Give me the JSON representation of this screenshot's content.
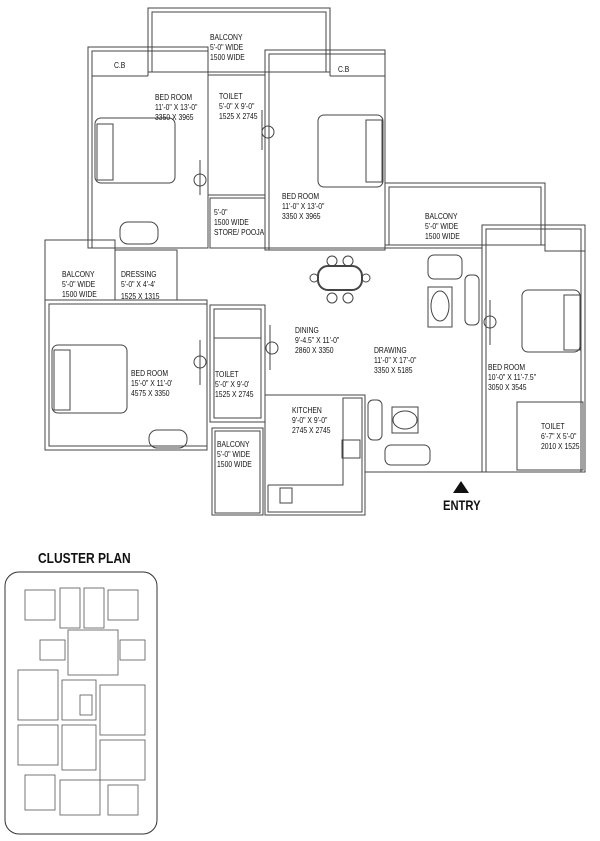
{
  "rooms": {
    "balcony_top": {
      "name": "BALCONY",
      "dim1": "5'-0\" WIDE",
      "dim2": "1500 WIDE"
    },
    "cb_left": {
      "name": "C.B"
    },
    "cb_right": {
      "name": "C.B"
    },
    "bedroom_1": {
      "name": "BED ROOM",
      "dim1": "11'-0\" X 13'-0\"",
      "dim2": "3350 X 3965"
    },
    "toilet_1": {
      "name": "TOILET",
      "dim1": "5'-0\" X 9'-0\"",
      "dim2": "1525 X 2745"
    },
    "store": {
      "dim1": "5'-0\"",
      "dim2": "1500 WIDE",
      "name": "STORE/ POOJA"
    },
    "bedroom_2": {
      "name": "BED ROOM",
      "dim1": "11'-0\" X 13'-0\"",
      "dim2": "3350 X 3965"
    },
    "balcony_right": {
      "name": "BALCONY",
      "dim1": "5'-0\" WIDE",
      "dim2": "1500 WIDE"
    },
    "balcony_left": {
      "name": "BALCONY",
      "dim1": "5'-0\" WIDE",
      "dim2": "1500 WIDE"
    },
    "dressing": {
      "name": "DRESSING",
      "dim1": "5'-0\" X 4'-4'",
      "dim2": "1525 X 1315"
    },
    "bedroom_3": {
      "name": "BED ROOM",
      "dim1": "15'-0\" X 11'-0'",
      "dim2": "4575 X 3350"
    },
    "toilet_2": {
      "name": "TOILET",
      "dim1": "5'-0\" X 9'-0'",
      "dim2": "1525 X 2745"
    },
    "dining": {
      "name": "DINING",
      "dim1": "9'-4.5\" X 11'-0\"",
      "dim2": "2860 X 3350"
    },
    "drawing": {
      "name": "DRAWING",
      "dim1": "11'-0\" X 17'-0\"",
      "dim2": "3350 X 5185"
    },
    "kitchen": {
      "name": "KITCHEN",
      "dim1": "9'-0\" X 9'-0\"",
      "dim2": "2745 X 2745"
    },
    "balcony_bottom": {
      "name": "BALCONY",
      "dim1": "5'-0\" WIDE",
      "dim2": "1500 WIDE"
    },
    "bedroom_4": {
      "name": "BED ROOM",
      "dim1": "10'-0\" X 11'-7.5\"",
      "dim2": "3050 X 3545"
    },
    "toilet_3": {
      "name": "TOILET",
      "dim1": "6'-7\" X 5'-0\"",
      "dim2": "2010 X 1525"
    }
  },
  "entry_label": "ENTRY",
  "cluster_title": "CLUSTER PLAN"
}
